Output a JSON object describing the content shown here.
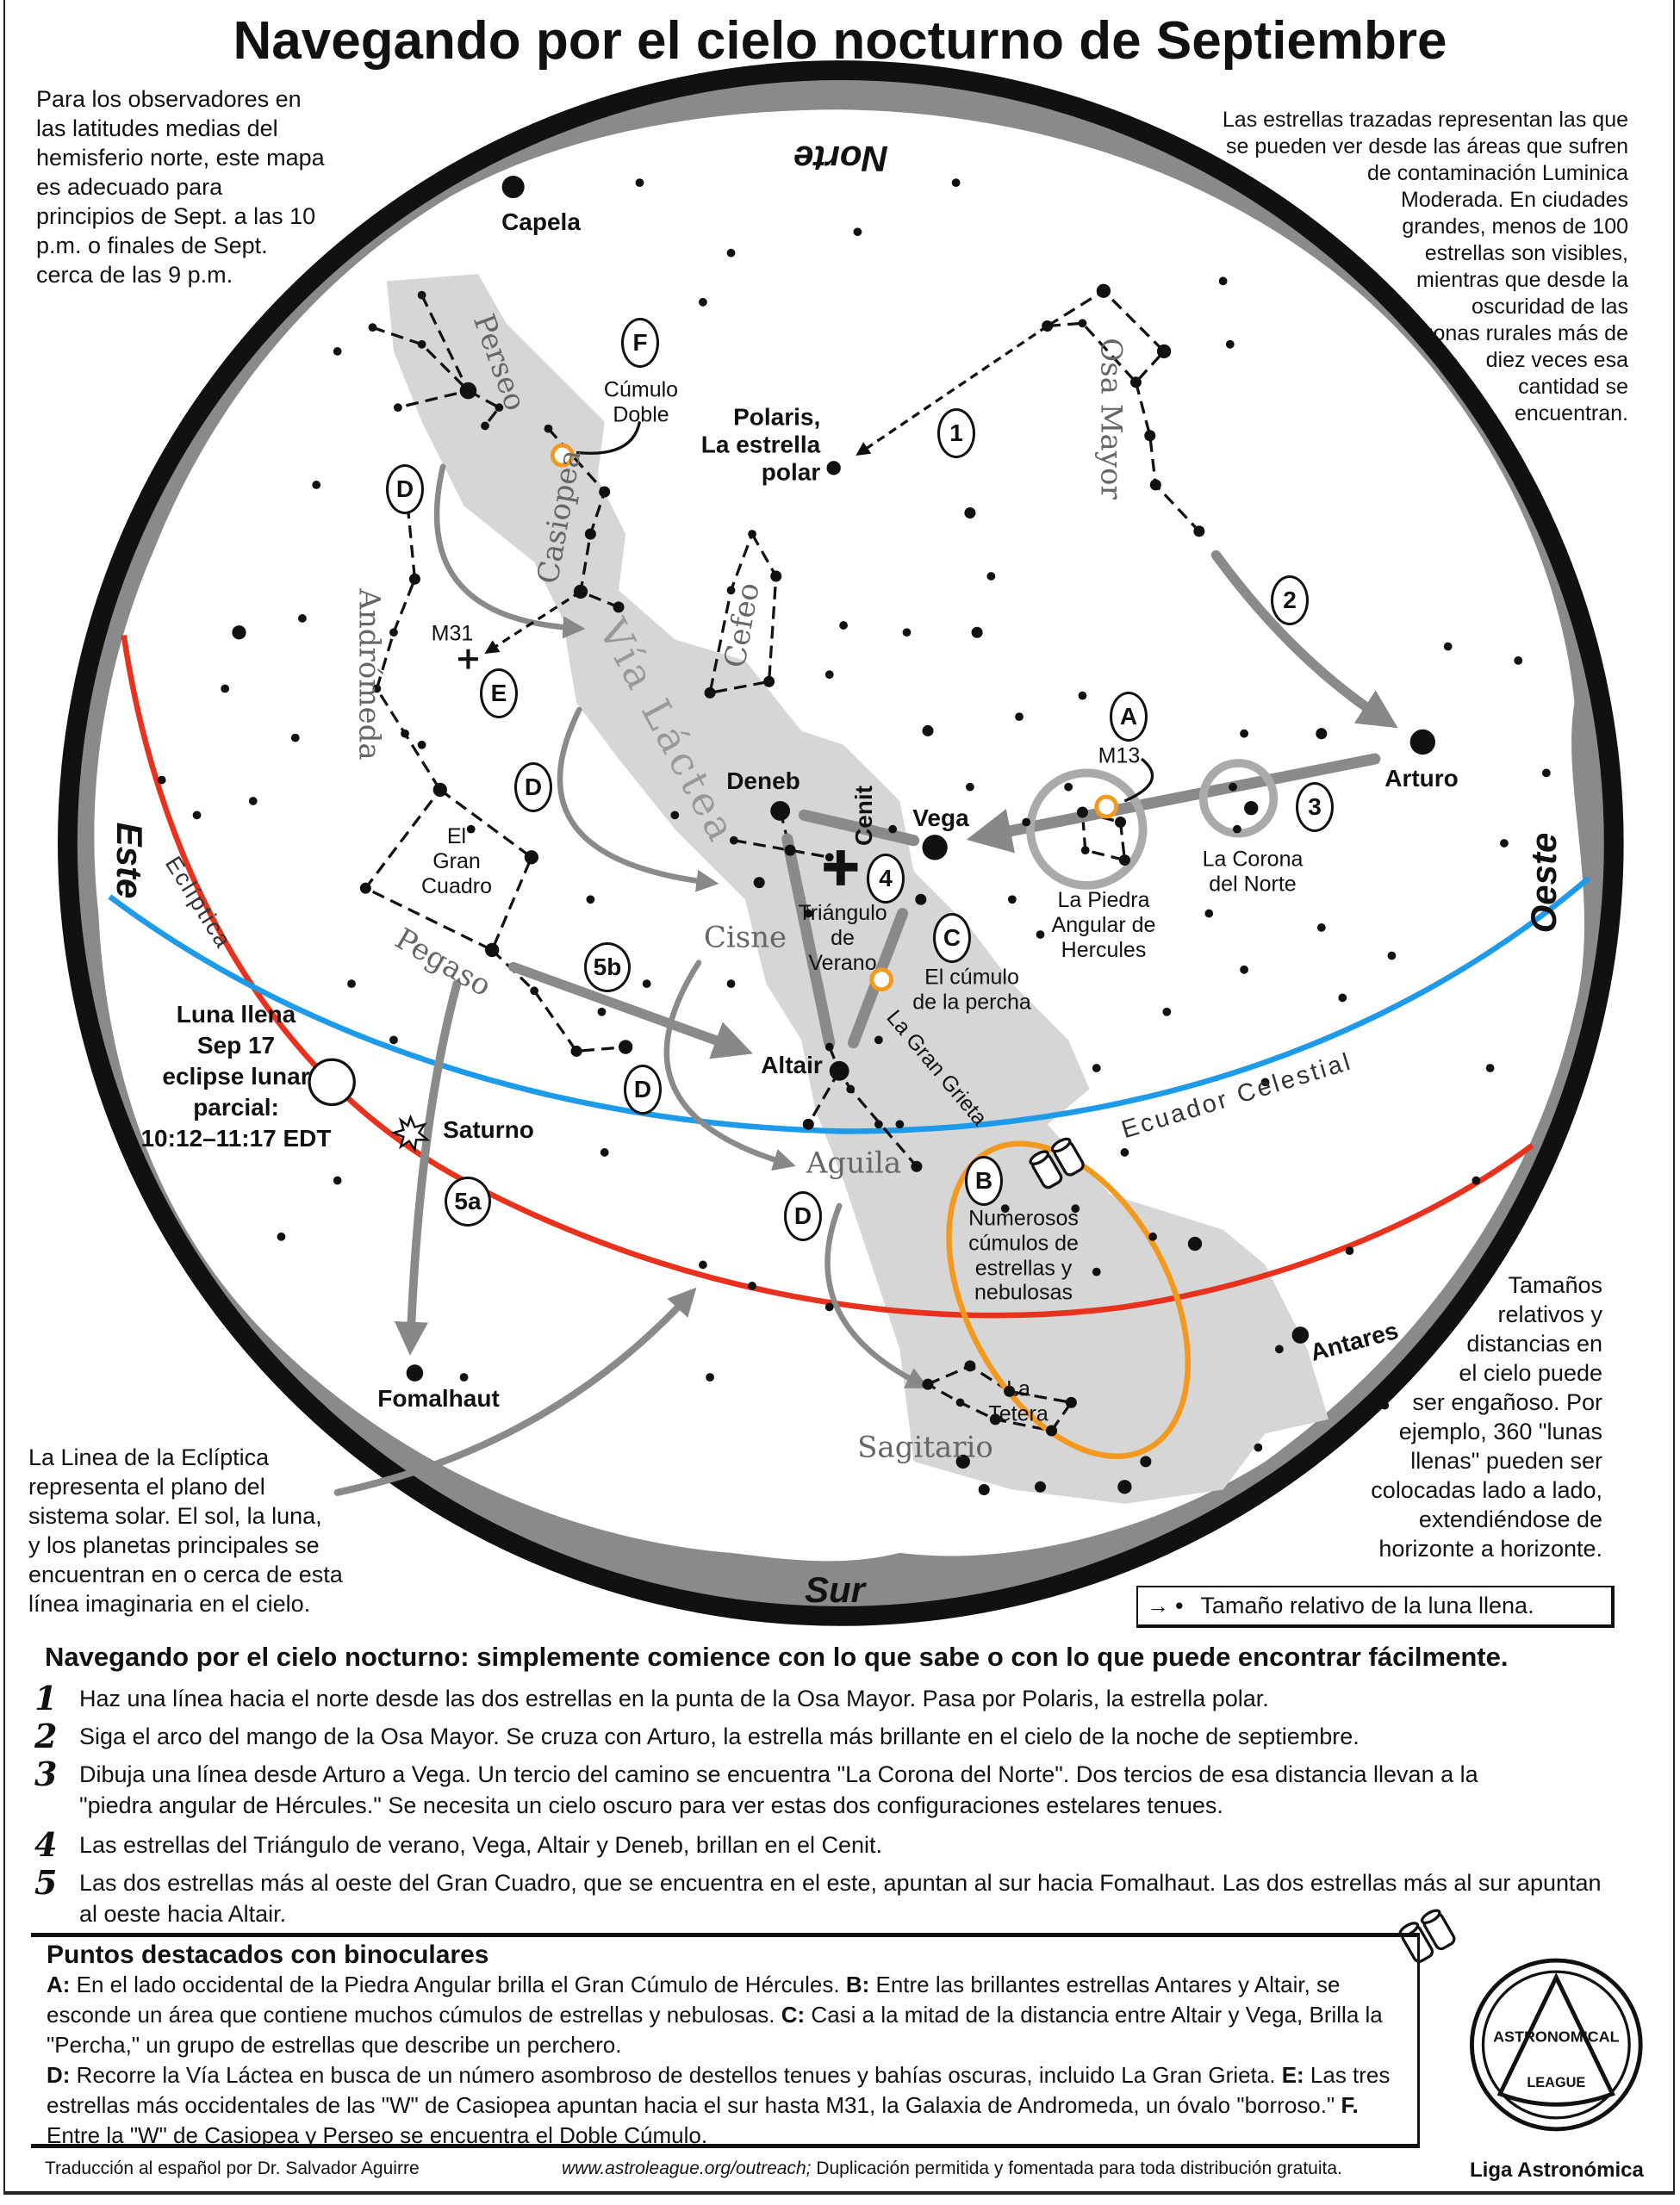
{
  "title": "Navegando por el cielo nocturno de Septiembre",
  "notes": {
    "top_left": "Para los observadores en\nlas latitudes medias del\nhemisferio norte, este mapa\nes adecuado para\nprincipios de Sept. a las 10\np.m. o finales de Sept.\ncerca de las 9 p.m.",
    "top_right": "Las estrellas trazadas representan las que\nse pueden ver desde las áreas que sufren\nde contaminación Luminica\nModerada. En ciudades\ngrandes, menos de 100\nestrellas son visibles,\nmientras que desde la\noscuridad de las\nzonas rurales más de\ndiez veces esa\ncantidad se\nencuentran.",
    "bottom_left": "La Linea de la Eclíptica\nrepresenta el plano del\nsistema solar. El sol, la luna,\ny los planetas principales se\nencuentran en o cerca de esta\nlínea imaginaria en el cielo.",
    "bottom_right": "Tamaños\nrelativos y\ndistancias en\nel cielo puede\nser engañoso. Por\nejemplo, 360 \"lunas\nllenas\" pueden ser\ncolocadas lado a lado,\nextendiéndose de\nhorizonte a horizonte."
  },
  "legend": {
    "text": "Tamaño relativo de la luna llena.",
    "icon": "arrow-to-dot-icon"
  },
  "map": {
    "directions": {
      "north": "Norte",
      "south": "Sur",
      "east": "Este",
      "west": "Oeste"
    },
    "stars": {
      "capela": "Capela",
      "polaris": "Polaris,\nLa estrella\npolar",
      "arturo": "Arturo",
      "vega": "Vega",
      "deneb": "Deneb",
      "altair": "Altair",
      "fomalhaut": "Fomalhaut",
      "antares": "Antares",
      "saturno": "Saturno"
    },
    "constellations": {
      "perseo": "Perseo",
      "casiopea": "Casiopea",
      "cefeo": "Cefeo",
      "andromeda": "Andrómeda",
      "via_lactea": "Vía Láctea",
      "pegaso": "Pegaso",
      "cisne": "Cisne",
      "aguila": "Aguila",
      "sagitario": "Sagitario",
      "osa_mayor": "Osa Mayor"
    },
    "asterisms": {
      "gran_cuadro": "El\nGran\nCuadro",
      "triangulo": "Triángulo\nde\nVerano",
      "corona": "La Corona\ndel Norte",
      "piedra": "La Piedra\nAngular de\nHercules",
      "percha": "El cúmulo\nde la percha",
      "tetera": "La\nTetera",
      "cumulo_doble": "Cúmulo\nDoble",
      "gran_grieta": "La Gran Grieta",
      "numerosos": "Numerosos\ncúmulos de\nestrellas y\nnebulosas",
      "m13": "M13",
      "m31": "M31",
      "cenit": "Cenit"
    },
    "lines": {
      "ecliptica": "Eclíptica",
      "ecuador": "Ecuador Celestial"
    },
    "eclipse": "Luna llena\nSep 17\neclipse lunar\nparcial:\n10:12–11:17 EDT",
    "markers": {
      "m1": "1",
      "m2": "2",
      "m3": "3",
      "m4": "4",
      "m5a": "5a",
      "m5b": "5b",
      "a": "A",
      "b": "B",
      "c": "C",
      "d": "D",
      "e": "E",
      "f": "F"
    },
    "colors": {
      "ecliptic": "#e8321e",
      "equator": "#1e9be8",
      "highlight": "#f39a1e",
      "milky_way": "#d6d6d6",
      "horizon": "#8a8a8a"
    }
  },
  "navigation": {
    "heading": "Navegando por el cielo nocturno: simplemente comience con lo que sabe o con lo que puede encontrar fácilmente.",
    "steps": [
      {
        "num": "1",
        "text": "Haz una línea hacia el norte desde las dos estrellas en la punta de la Osa Mayor. Pasa por Polaris, la estrella polar."
      },
      {
        "num": "2",
        "text": "Siga el arco del mango de la Osa Mayor. Se cruza con Arturo, la estrella más brillante en el cielo de la noche de septiembre."
      },
      {
        "num": "3",
        "text": "Dibuja una línea desde Arturo a Vega. Un tercio del camino se encuentra \"La Corona del Norte\". Dos tercios de esa distancia llevan a la \"piedra angular de Hércules.\" Se necesita un cielo oscuro para ver estas dos configuraciones estelares tenues."
      },
      {
        "num": "4",
        "text": "Las estrellas del Triángulo de verano, Vega, Altair y Deneb, brillan en el Cenit."
      },
      {
        "num": "5",
        "text": "Las dos estrellas más al oeste del Gran Cuadro, que se encuentra en el este, apuntan al sur hacia Fomalhaut. Las dos estrellas más al sur apuntan al oeste hacia Altair."
      }
    ]
  },
  "binoculars": {
    "heading": "Puntos destacados con binoculares",
    "a_key": "A:",
    "a": " En el lado occidental de la Piedra Angular brilla el Gran Cúmulo de Hércules. ",
    "b_key": "B:",
    "b": " Entre las brillantes estrellas Antares y Altair, se esconde un área que contiene muchos cúmulos de estrellas y nebulosas. ",
    "c_key": "C:",
    "c": " Casi a la mitad de la distancia entre Altair y Vega, Brilla la \"Percha,\" un grupo de estrellas que describe un perchero.",
    "d_key": "D:",
    "d": " Recorre la Vía Láctea en busca de un número asombroso de destellos tenues y bahías oscuras, incluido La Gran Grieta. ",
    "e_key": "E:",
    "e": " Las tres estrellas más occidentales de las \"W\" de Casiopea apuntan hacia el sur hasta M31, la Galaxia de Andromeda, un óvalo \"borroso.\" ",
    "f_key": "F.",
    "f": " Entre la \"W\" de Casiopea y Perseo se encuentra el Doble Cúmulo."
  },
  "logo": {
    "top": "ASTRONOMICAL",
    "bottom": "LEAGUE"
  },
  "footer": {
    "translator": "Traducción al español por Dr. Salvador Aguirre",
    "url": "www.astroleague.org/outreach;",
    "rights": " Duplicación permitida y fomentada para toda distribución gratuita.",
    "org": "Liga Astronómica"
  }
}
